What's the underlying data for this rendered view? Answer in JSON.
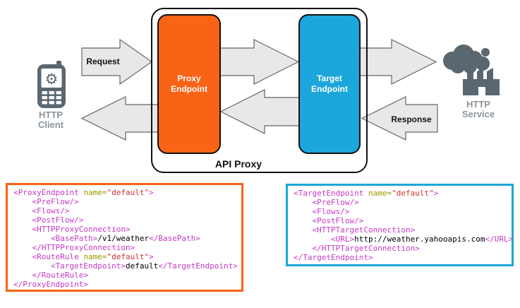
{
  "diagram": {
    "container_label": "API Proxy",
    "client": {
      "line1": "HTTP",
      "line2": "Client"
    },
    "service": {
      "line1": "HTTP",
      "line2": "Service"
    },
    "proxy_endpoint": {
      "line1": "Proxy",
      "line2": "Endpoint"
    },
    "target_endpoint": {
      "line1": "Target",
      "line2": "Endpoint"
    },
    "request_label": "Request",
    "response_label": "Response",
    "colors": {
      "proxy_endpoint": "#F96316",
      "target_endpoint": "#1CA6DB",
      "arrow_fill": "#E8E8E8",
      "arrow_stroke": "#666666",
      "icon": "#5A6770",
      "icon_label": "#8A949B"
    }
  },
  "syntax_colors": {
    "tag": "#C538C5",
    "attr": "#999900",
    "str": "#CC3333",
    "text": "#000000"
  },
  "code_blocks": [
    {
      "name": "proxy-endpoint-xml",
      "border_color": "#F96316",
      "lines": [
        [
          {
            "t": "tag",
            "s": "<ProxyEndpoint"
          },
          {
            "t": "attr",
            "s": " name="
          },
          {
            "t": "str",
            "s": "\"default\""
          },
          {
            "t": "tag",
            "s": ">"
          }
        ],
        [
          {
            "t": "tag",
            "s": "    <PreFlow/>"
          }
        ],
        [
          {
            "t": "tag",
            "s": "    <Flows/>"
          }
        ],
        [
          {
            "t": "tag",
            "s": "    <PostFlow/>"
          }
        ],
        [
          {
            "t": "tag",
            "s": "    <HTTPProxyConnection>"
          }
        ],
        [
          {
            "t": "tag",
            "s": "        <BasePath>"
          },
          {
            "t": "text",
            "s": "/v1/weather"
          },
          {
            "t": "tag",
            "s": "</BasePath>"
          }
        ],
        [
          {
            "t": "tag",
            "s": "    </HTTPProxyConnection>"
          }
        ],
        [
          {
            "t": "tag",
            "s": "    <RouteRule"
          },
          {
            "t": "attr",
            "s": " name="
          },
          {
            "t": "str",
            "s": "\"default\""
          },
          {
            "t": "tag",
            "s": ">"
          }
        ],
        [
          {
            "t": "tag",
            "s": "        <TargetEndpoint>"
          },
          {
            "t": "text",
            "s": "default"
          },
          {
            "t": "tag",
            "s": "</TargetEndpoint>"
          }
        ],
        [
          {
            "t": "tag",
            "s": "    </RouteRule>"
          }
        ],
        [
          {
            "t": "tag",
            "s": "</ProxyEndpoint>"
          }
        ]
      ]
    },
    {
      "name": "target-endpoint-xml",
      "border_color": "#1CA6DB",
      "lines": [
        [
          {
            "t": "tag",
            "s": "<TargetEndpoint"
          },
          {
            "t": "attr",
            "s": " name="
          },
          {
            "t": "str",
            "s": "\"default\""
          },
          {
            "t": "tag",
            "s": ">"
          }
        ],
        [
          {
            "t": "tag",
            "s": "    <PreFlow/>"
          }
        ],
        [
          {
            "t": "tag",
            "s": "    <Flows/>"
          }
        ],
        [
          {
            "t": "tag",
            "s": "    <PostFlow/>"
          }
        ],
        [
          {
            "t": "tag",
            "s": "    <HTTPTargetConnection>"
          }
        ],
        [
          {
            "t": "tag",
            "s": "        <URL>"
          },
          {
            "t": "text",
            "s": "http://weather.yahooapis.com"
          },
          {
            "t": "tag",
            "s": "</URL>"
          }
        ],
        [
          {
            "t": "tag",
            "s": "    </HTTPTargetConnection>"
          }
        ],
        [
          {
            "t": "tag",
            "s": "</TargetEndpoint>"
          }
        ]
      ]
    }
  ]
}
